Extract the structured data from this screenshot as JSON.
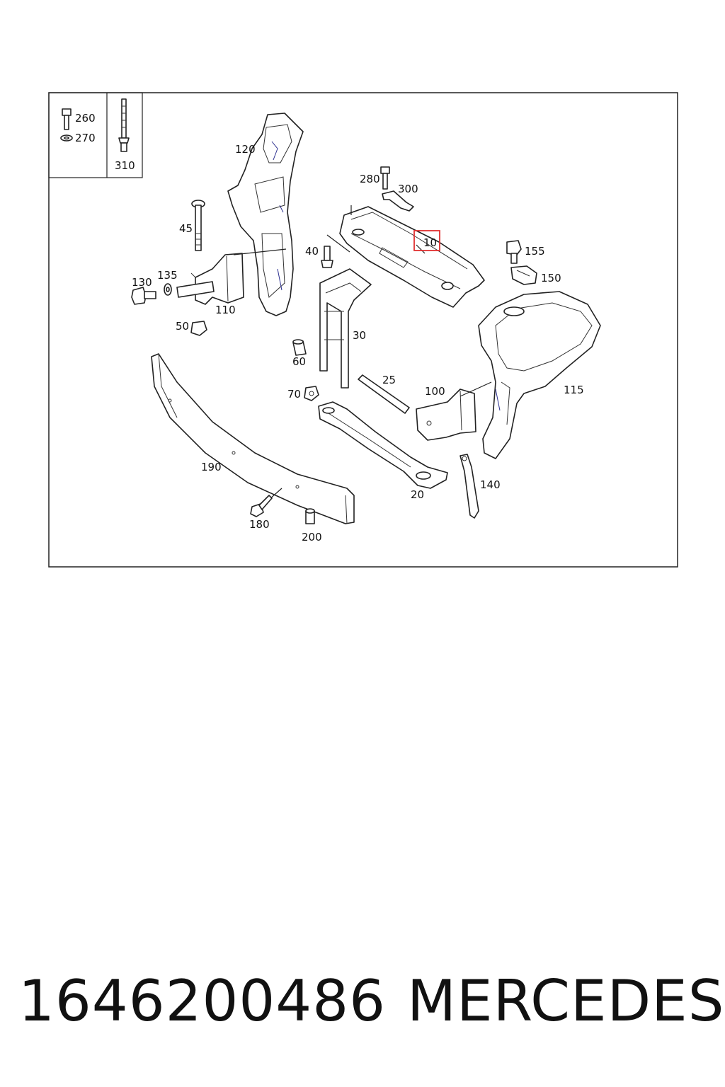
{
  "diagram": {
    "legend": {
      "items": [
        {
          "label": "260",
          "icon": "bolt-icon"
        },
        {
          "label": "270",
          "icon": "washer-icon"
        },
        {
          "label": "310",
          "icon": "long-bolt-icon"
        }
      ]
    },
    "callouts": {
      "p10": "10",
      "p20": "20",
      "p25": "25",
      "p30": "30",
      "p40": "40",
      "p45": "45",
      "p50": "50",
      "p60": "60",
      "p70": "70",
      "p100": "100",
      "p110": "110",
      "p115": "115",
      "p120": "120",
      "p130": "130",
      "p135": "135",
      "p140": "140",
      "p150": "150",
      "p155": "155",
      "p180": "180",
      "p190": "190",
      "p200": "200",
      "p280": "280",
      "p300": "300"
    },
    "highlighted_part": "10",
    "highlight_color": "#e03030"
  },
  "footer": {
    "part_number": "1646200486",
    "brand": "MERCEDES"
  }
}
